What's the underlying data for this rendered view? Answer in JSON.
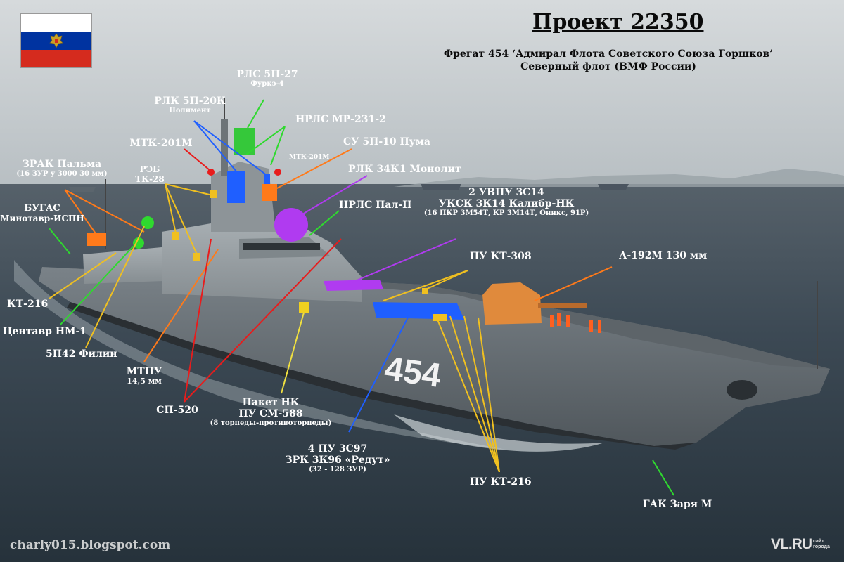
{
  "title": "Проект 22350",
  "subtitle_line1": "Фрегат 454 ‘Адмирал Флота Советского Союза Горшков’",
  "subtitle_line2": "Северный флот (ВМФ России)",
  "hull_number": "454",
  "watermark": "charly015.blogspot.com",
  "site_logo": "VL.RU",
  "site_logo_sub1": "сайт",
  "site_logo_sub2": "города",
  "flag_colors": [
    "#ffffff",
    "#0033a0",
    "#d52b1e"
  ],
  "colors": {
    "sky": "#c9cfd2",
    "sea": "#3d4b57",
    "hull": "#6f777d",
    "superstructure": "#9aa1a5",
    "green": "#2fd92f",
    "blue": "#1f5fff",
    "orange": "#ff7a1a",
    "yellow": "#f0c020",
    "purple": "#b03bf0",
    "red": "#e81c1c",
    "gun_orange": "#e08a3c"
  },
  "labels": {
    "rls_5p27": {
      "main": "РЛС 5П-27",
      "sub": "Фуркэ-4"
    },
    "rlk_5p20k": {
      "main": "РЛК 5П-20К",
      "sub": "Полимент"
    },
    "nrls_mr231": {
      "main": "НРЛС МР-231-2"
    },
    "mtk201m_left": {
      "main": "МТК-201М"
    },
    "mtk201m_small": {
      "main": "МТК-201М"
    },
    "su_5p10": {
      "main": "СУ 5П-10 Пума"
    },
    "zrak_palma": {
      "main": "ЗРАК Пальма",
      "sub": "(16 ЗУР у 3000 30 мм)"
    },
    "reb": {
      "main": "РЭБ",
      "sub": "ТК-28"
    },
    "rlk_34k1": {
      "main": "РЛК 34К1 Монолит"
    },
    "bugas": {
      "main": "БУГАС",
      "sub": "Минотавр-ИСПН"
    },
    "nrls_pal": {
      "main": "НРЛС Пал-Н"
    },
    "uvpu": {
      "main": "2 УВПУ 3С14",
      "line2": "УКСК 3К14 Калибр-НК",
      "sub": "(16 ПКР 3М54Т, КР 3М14Т, Оникс, 91Р)"
    },
    "pu_kt308": {
      "main": "ПУ КТ-308"
    },
    "a192m": {
      "main": "А-192М 130 мм"
    },
    "kt216_left": {
      "main": "КТ-216"
    },
    "centavr": {
      "main": "Центавр НМ-1"
    },
    "5p42": {
      "main": "5П42 Филин"
    },
    "mtpu": {
      "main": "МТПУ",
      "sub": "14,5 мм"
    },
    "sp520": {
      "main": "СП-520"
    },
    "paket": {
      "main": "Пакет НК",
      "line2": "ПУ СМ-588",
      "sub": "(8 торпеды-противоторпеды)"
    },
    "redut": {
      "main": "4 ПУ 3С97",
      "line2": "ЗРК 3К96 «Редут»",
      "sub": "(32 - 128 ЗУР)"
    },
    "pu_kt216": {
      "main": "ПУ КТ-216"
    },
    "gak": {
      "main": "ГАК Заря М"
    }
  }
}
